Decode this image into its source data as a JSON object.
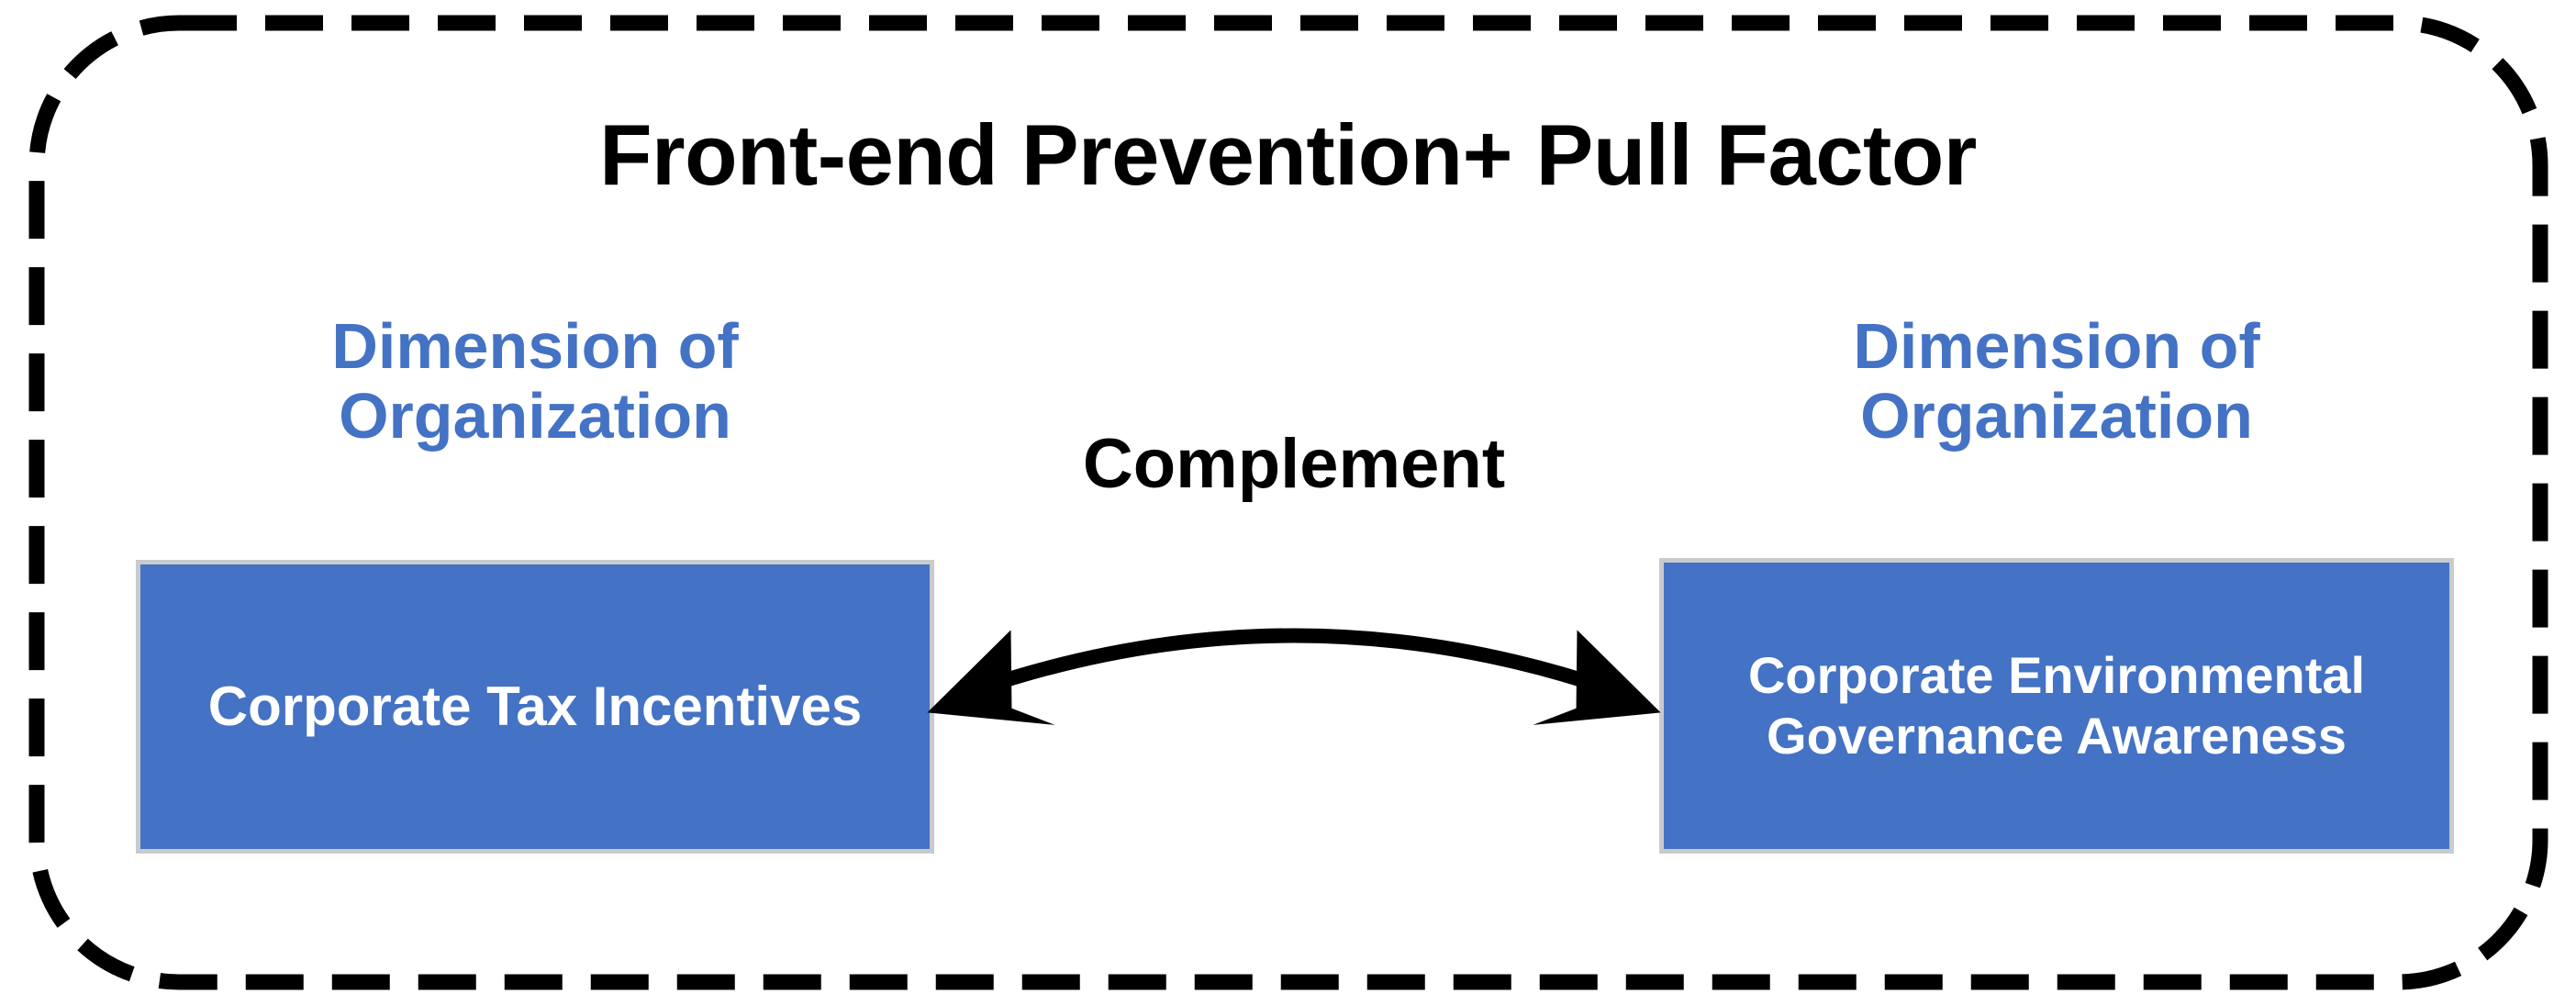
{
  "diagram": {
    "title": "Front-end Prevention+ Pull Factor",
    "frame": {
      "style": "dashed-rounded-rectangle",
      "stroke_color": "#000000"
    },
    "left": {
      "dimension_label": "Dimension of Organization",
      "node_label": "Corporate Tax Incentives"
    },
    "right": {
      "dimension_label": "Dimension of Organization",
      "node_label": "Corporate Environmental Governance Awareness"
    },
    "connector": {
      "label": "Complement",
      "type": "double-headed-curved-arrow"
    },
    "colors": {
      "node_fill": "#4472C4",
      "node_border": "#C8CBCD",
      "node_text": "#FFFFFF",
      "dimension_text": "#4472C4",
      "title_text": "#000000",
      "arrow": "#000000",
      "background": "#FFFFFF"
    }
  }
}
